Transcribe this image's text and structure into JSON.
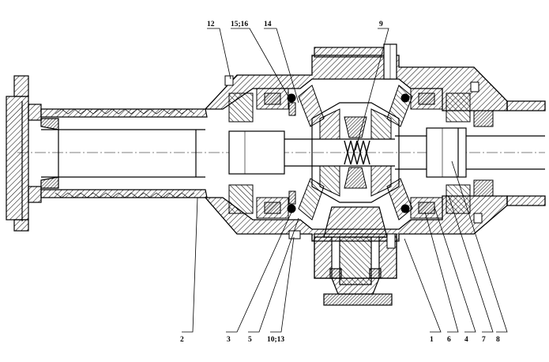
{
  "callouts": {
    "top": [
      "12",
      "15;16",
      "14",
      "9"
    ],
    "bottom": [
      "2",
      "3",
      "5",
      "10;13",
      "1",
      "6",
      "4",
      "7",
      "8"
    ]
  }
}
